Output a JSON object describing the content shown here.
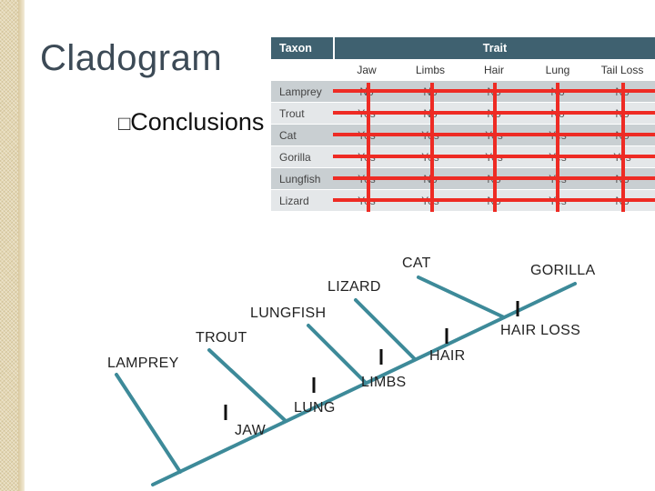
{
  "slide": {
    "title": "Cladogram",
    "bullet_glyph": "□",
    "bullet_text": "Conclusions"
  },
  "table": {
    "taxon_header": "Taxon",
    "trait_header": "Trait",
    "traits": [
      "Jaw",
      "Limbs",
      "Hair",
      "Lung",
      "Tail Loss"
    ],
    "rows": [
      {
        "name": "Lamprey",
        "cells": [
          "No",
          "No",
          "No",
          "No",
          "No"
        ]
      },
      {
        "name": "Trout",
        "cells": [
          "Yes",
          "No",
          "No",
          "No",
          "No"
        ]
      },
      {
        "name": "Cat",
        "cells": [
          "Yes",
          "Yes",
          "Yes",
          "Yes",
          "No"
        ]
      },
      {
        "name": "Gorilla",
        "cells": [
          "Yes",
          "Yes",
          "Yes",
          "Yes",
          "Yes"
        ]
      },
      {
        "name": "Lungfish",
        "cells": [
          "Yes",
          "No",
          "No",
          "Yes",
          "No"
        ]
      },
      {
        "name": "Lizard",
        "cells": [
          "Yes",
          "Yes",
          "No",
          "Yes",
          "No"
        ]
      }
    ]
  },
  "cladogram": {
    "taxa": [
      "LAMPREY",
      "TROUT",
      "LUNGFISH",
      "LIZARD",
      "CAT",
      "GORILLA"
    ],
    "traits": [
      "JAW",
      "LUNG",
      "LIMBS",
      "HAIR",
      "HAIR LOSS"
    ]
  },
  "colors": {
    "header": "#3f6170",
    "branch": "#3d8a99",
    "strike": "#ee2b24"
  }
}
